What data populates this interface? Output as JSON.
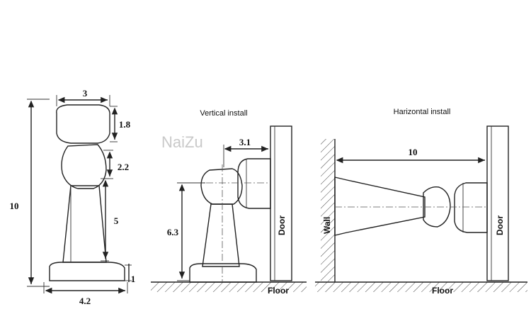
{
  "watermark": {
    "brand": "NaiZu"
  },
  "dimensions": {
    "cap_width": "3",
    "cap_height": "1.8",
    "ball_height": "2.2",
    "column_height": "5",
    "base_height": "1",
    "base_width": "4.2",
    "total_height": "10"
  },
  "vertical_install": {
    "title": "Vertical install",
    "offset_dimension": "3.1",
    "height_dimension": "6.3",
    "door_label": "Door",
    "floor_label": "Floor"
  },
  "horizontal_install": {
    "title": "Harizontal install",
    "length_dimension": "10",
    "wall_label": "Wall",
    "door_label": "Door",
    "floor_label": "Floor"
  }
}
